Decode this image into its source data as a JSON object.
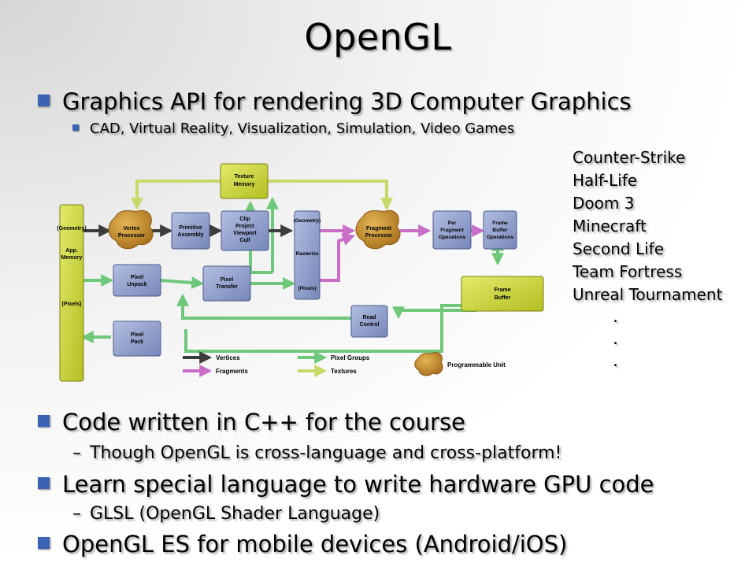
{
  "title": "OpenGL",
  "bullets": {
    "b1": "Graphics API for rendering 3D Computer Graphics",
    "b1_sub": "CAD, Virtual Reality, Visualization, Simulation,   Video Games",
    "b2": "Code written in C++ for the course",
    "b2_sub": "Though OpenGL is cross-language and cross-platform!",
    "b3": "Learn special language to write hardware GPU code",
    "b3_sub": "GLSL (OpenGL Shader Language)",
    "b4": "OpenGL ES for mobile devices (Android/iOS)",
    "dash": "–"
  },
  "games": [
    "Counter-Strike",
    "Half-Life",
    "Doom 3",
    "Minecraft",
    "Second Life",
    "Team Fortress",
    "Unreal Tournament"
  ],
  "ellipsis": [
    ".",
    ".",
    "."
  ],
  "diagram": {
    "app_memory": [
      "(Geometry)",
      "App.",
      "Memory",
      "(Pixels)"
    ],
    "vertex_processor": [
      "Vertex",
      "Processor"
    ],
    "primitive_assembly": [
      "Primitive",
      "Assembly"
    ],
    "clip": [
      "Clip",
      "Project",
      "Viewport",
      "Cull"
    ],
    "texture_memory": [
      "Texture",
      "Memory"
    ],
    "rasterize": [
      "(Geometry)",
      "Rasterize",
      "(Pixels)"
    ],
    "fragment_processor": [
      "Fragment",
      "Processor"
    ],
    "per_fragment": [
      "Per",
      "Fragment",
      "Operations"
    ],
    "frame_buffer_ops": [
      "Frame",
      "Buffer",
      "Operations"
    ],
    "frame_buffer": [
      "Frame",
      "Buffer"
    ],
    "pixel_unpack": [
      "Pixel",
      "Unpack"
    ],
    "pixel_transfer": [
      "Pixel",
      "Transfer"
    ],
    "pixel_pack": [
      "Pixel",
      "Pack"
    ],
    "read_control": [
      "Read",
      "Control"
    ],
    "legend": {
      "vertices": "Vertices",
      "fragments": "Fragments",
      "pixel_groups": "Pixel Groups",
      "textures": "Textures",
      "programmable": "Programmable Unit"
    }
  },
  "colors": {
    "bullet": "#3a63b5",
    "yellow_box": "#c9d334",
    "blue_box": "#8f9fca",
    "orange_blob": "#c8902c",
    "arrow_dark": "#3c3c3c",
    "arrow_pink": "#c86ec6",
    "arrow_green": "#6fc87a",
    "arrow_yellow": "#c9d86a"
  }
}
